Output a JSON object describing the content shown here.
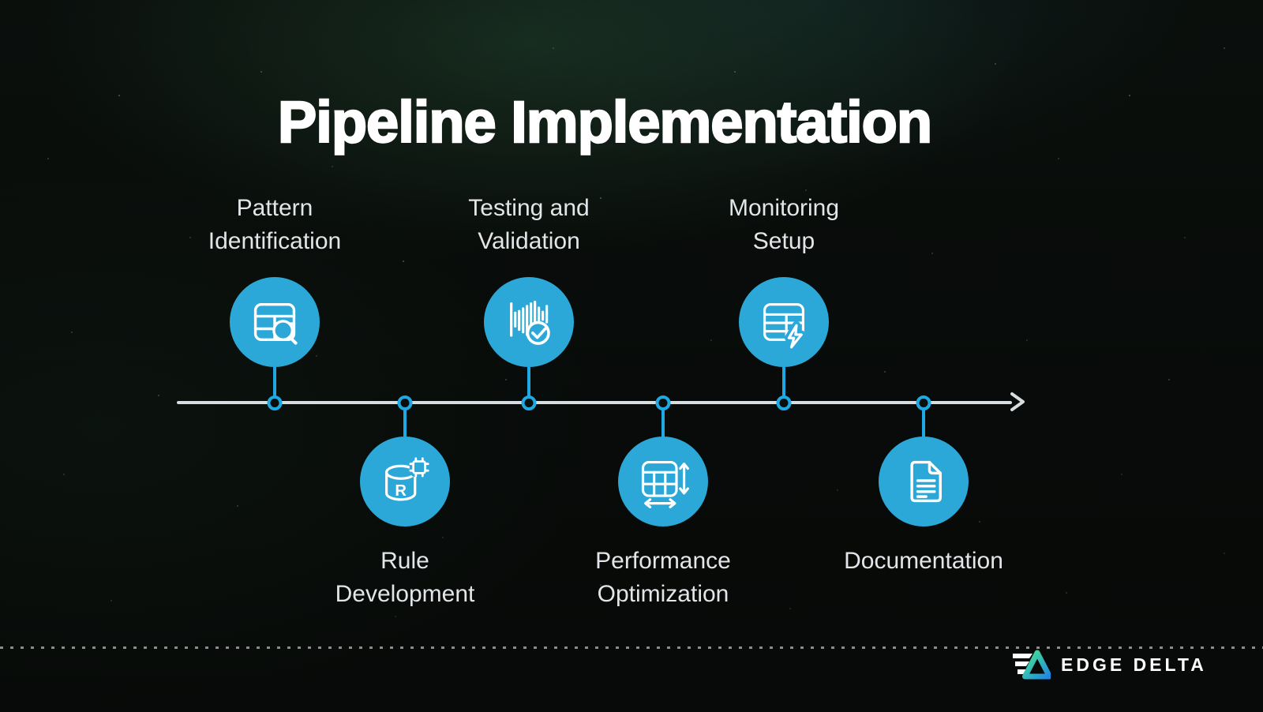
{
  "title": "Pipeline Implementation",
  "steps": [
    {
      "name": "pattern-identification",
      "lines": [
        "Pattern",
        "Identification"
      ],
      "side": "above",
      "icon": "table-search-icon"
    },
    {
      "name": "rule-development",
      "lines": [
        "Rule",
        "Development"
      ],
      "side": "below",
      "icon": "database-rule-icon",
      "icon_letter": "R"
    },
    {
      "name": "testing-validation",
      "lines": [
        "Testing and",
        "Validation"
      ],
      "side": "above",
      "icon": "waveform-check-icon"
    },
    {
      "name": "performance-optimization",
      "lines": [
        "Performance",
        "Optimization"
      ],
      "side": "below",
      "icon": "table-resize-arrows-icon"
    },
    {
      "name": "monitoring-setup",
      "lines": [
        "Monitoring",
        "Setup"
      ],
      "side": "above",
      "icon": "table-lightning-icon"
    },
    {
      "name": "documentation",
      "lines": [
        "Documentation"
      ],
      "side": "below",
      "icon": "document-icon"
    }
  ],
  "footer": {
    "brand": "EDGE DELTA"
  },
  "colors": {
    "background": "#080b09",
    "icon_circle": "#2ba8d8",
    "connector": "#1fa9e2",
    "timeline": "#d8dde0",
    "title_text": "#ffffff",
    "label_text": "#e3e5e8",
    "logo_gradient_green": "#49e68d",
    "logo_gradient_blue": "#1e88e5"
  }
}
